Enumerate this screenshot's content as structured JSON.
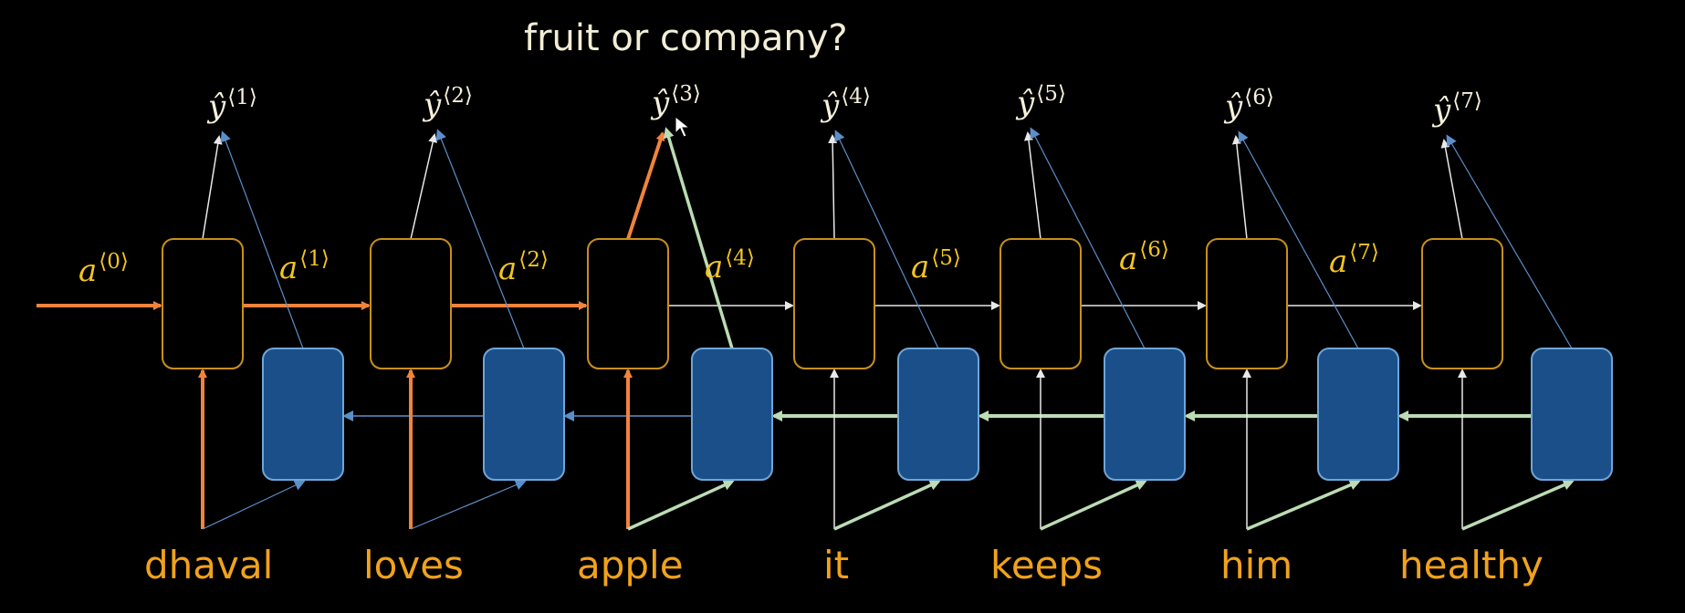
{
  "title": "fruit or company?",
  "words": [
    "dhaval",
    "loves",
    "apple",
    "it",
    "keeps",
    "him",
    "healthy"
  ],
  "outputs": [
    {
      "base": "ŷ",
      "sup": "⟨1⟩"
    },
    {
      "base": "ŷ",
      "sup": "⟨2⟩"
    },
    {
      "base": "ŷ",
      "sup": "⟨3⟩"
    },
    {
      "base": "ŷ",
      "sup": "⟨4⟩"
    },
    {
      "base": "ŷ",
      "sup": "⟨5⟩"
    },
    {
      "base": "ŷ",
      "sup": "⟨6⟩"
    },
    {
      "base": "ŷ",
      "sup": "⟨7⟩"
    }
  ],
  "activations": [
    {
      "base": "a",
      "sup": "⟨0⟩"
    },
    {
      "base": "a",
      "sup": "⟨1⟩"
    },
    {
      "base": "a",
      "sup": "⟨2⟩"
    },
    {
      "base": "a",
      "sup": "⟨4⟩"
    },
    {
      "base": "a",
      "sup": "⟨5⟩"
    },
    {
      "base": "a",
      "sup": "⟨6⟩"
    },
    {
      "base": "a",
      "sup": "⟨7⟩"
    }
  ],
  "colors": {
    "forward_cell_border": "#c8901a",
    "backward_cell_fill": "#1a4f8a",
    "highlight_forward": "#f0843c",
    "highlight_backward": "#bcdcb4",
    "plain_arrow": "#e8e8e8",
    "blue_arrow": "#5b8fc9",
    "word_text": "#f0a21c",
    "activation_text": "#f3c521"
  }
}
